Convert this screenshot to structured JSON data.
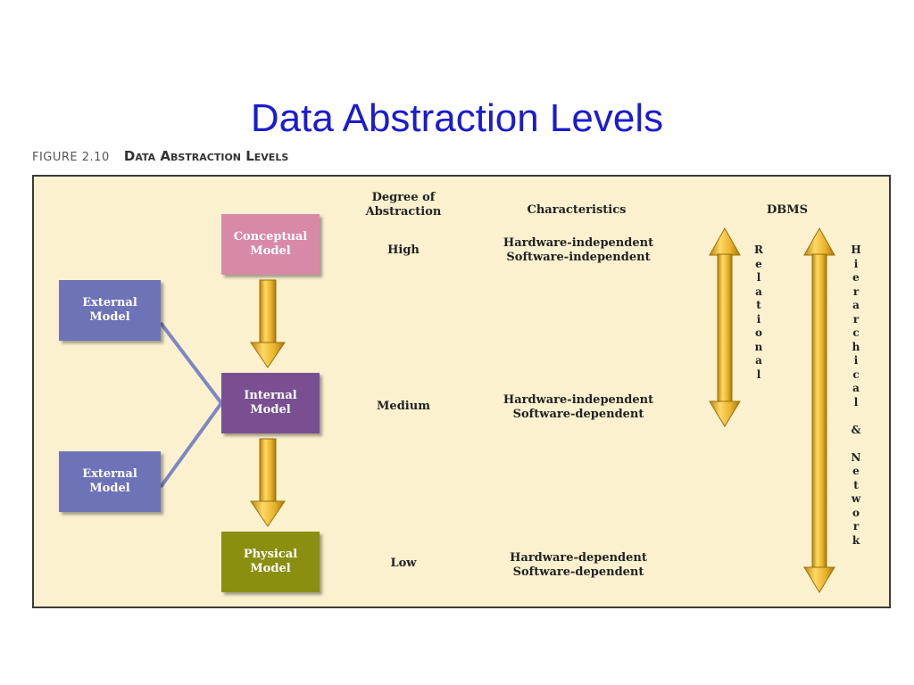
{
  "slide": {
    "title": "Data Abstraction Levels"
  },
  "figure": {
    "number": "FIGURE 2.10",
    "name": "Data Abstraction Levels"
  },
  "colors": {
    "title": "#1b1bd0",
    "panel_background": "#fbf1cf",
    "conceptual": "#d889a8",
    "external": "#6e73b8",
    "internal": "#7a4f92",
    "physical": "#8a8f10",
    "arrow": "#e7b32a"
  },
  "models": {
    "conceptual": "Conceptual\nModel",
    "external_top": "External\nModel",
    "internal": "Internal\nModel",
    "external_bottom": "External\nModel",
    "physical": "Physical\nModel"
  },
  "columns": {
    "degree": "Degree of\nAbstraction",
    "characteristics": "Characteristics",
    "dbms": "DBMS"
  },
  "rows": [
    {
      "degree": "High",
      "characteristics": "Hardware-independent\nSoftware-independent"
    },
    {
      "degree": "Medium",
      "characteristics": "Hardware-independent\nSoftware-dependent"
    },
    {
      "degree": "Low",
      "characteristics": "Hardware-dependent\nSoftware-dependent"
    }
  ],
  "dbms": {
    "relational": "Relational",
    "hierarchical_network": "Hierarchical & Network"
  }
}
